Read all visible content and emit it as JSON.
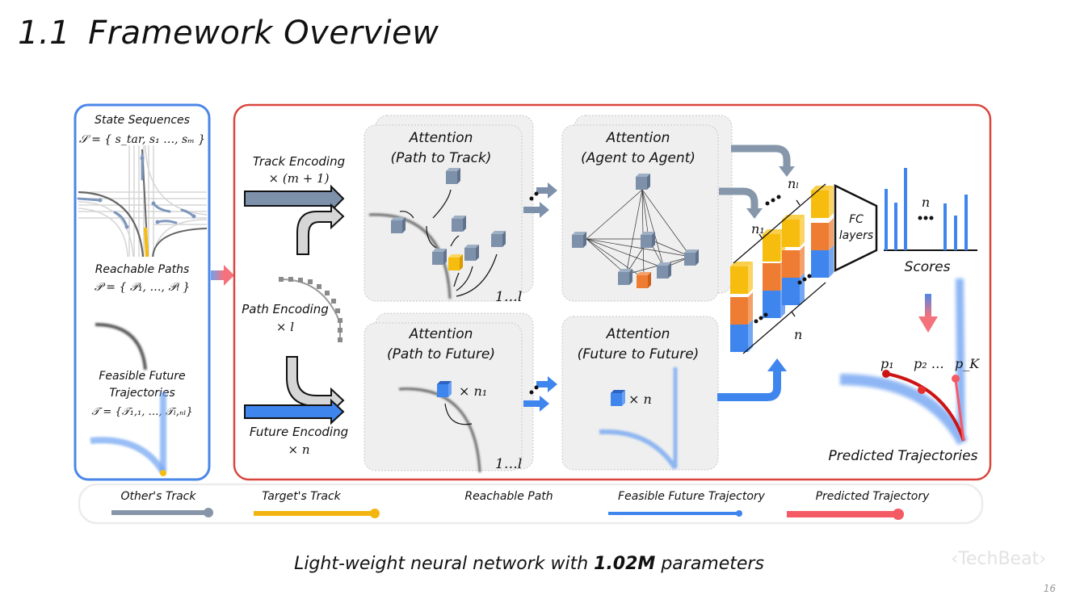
{
  "slide": {
    "section_number": "1.1",
    "title": "Framework Overview",
    "caption_prefix": "Light-weight neural network with ",
    "caption_bold": "1.02M",
    "caption_suffix": " parameters",
    "watermark": "‹TechBeat›",
    "page_number": "16"
  },
  "inputs_panel": {
    "state_title": "State Sequences",
    "state_formula": "𝒮 = { s_tar, s₁ …, sₘ }",
    "paths_title": "Reachable Paths",
    "paths_formula": "𝒫 = { 𝒫₁, …, 𝒫ₗ }",
    "futures_title_1": "Feasible Future",
    "futures_title_2": "Trajectories",
    "futures_formula": "𝒯 = {𝒯₁,₁, …, 𝒯ₗ,ₙₗ}"
  },
  "encoders": {
    "track_label": "Track Encoding",
    "track_mult": "× (m + 1)",
    "path_label": "Path Encoding",
    "path_mult": "× l",
    "future_label": "Future Encoding",
    "future_mult": "× n"
  },
  "attention_blocks": {
    "path_to_track": {
      "line1": "Attention",
      "line2": "(Path to Track)",
      "stack": "1…l"
    },
    "agent_to_agent": {
      "line1": "Attention",
      "line2": "(Agent to Agent)"
    },
    "path_to_future": {
      "line1": "Attention",
      "line2": "(Path to Future)",
      "mult": "× n₁",
      "stack": "1…l"
    },
    "future_to_future": {
      "line1": "Attention",
      "line2": "(Future to Future)",
      "mult": "× n"
    }
  },
  "head": {
    "n1_label": "n₁",
    "nl_label": "nₗ",
    "n_label": "n",
    "fc_line1": "FC",
    "fc_line2": "layers",
    "scores_label": "Scores",
    "scores_n": "n",
    "predicted_label": "Predicted Trajectories",
    "p1": "p₁",
    "p2": "p₂ …",
    "pk": "p_K"
  },
  "legend": [
    {
      "label": "Other's Track",
      "color": "#8696a8"
    },
    {
      "label": "Target's Track",
      "color": "#f3b40f"
    },
    {
      "label": "Reachable Path",
      "color": "#a3a3a3"
    },
    {
      "label": "Feasible Future Trajectory",
      "color": "#3f85ee"
    },
    {
      "label": "Predicted Trajectory",
      "color": "#f45a63"
    }
  ],
  "colors": {
    "input_border": "#4a86e8",
    "model_border": "#d9463e",
    "track_blue_grey": "#7e91ab",
    "target_yellow": "#f6bd0e",
    "agent_orange": "#ee7d33",
    "future_blue": "#3f85ee",
    "predicted_red": "#cc1414"
  }
}
